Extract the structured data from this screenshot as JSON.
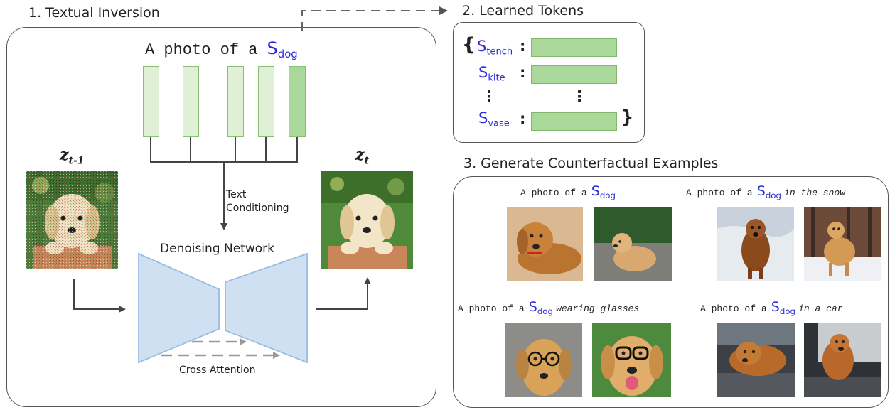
{
  "sections": {
    "inversion_title": "1. Textual Inversion",
    "tokens_title": "2. Learned Tokens",
    "generate_title": "3. Generate Counterfactual Examples"
  },
  "inversion": {
    "prompt_text": "A photo of a",
    "token_base": "S",
    "token_sub": "dog",
    "z_prev_base": "z",
    "z_prev_sub": "t-1",
    "z_cur_base": "z",
    "z_cur_sub": "t",
    "text_cond_line1": "Text",
    "text_cond_line2": "Conditioning",
    "denoising_label": "Denoising Network",
    "cross_attention_label": "Cross Attention"
  },
  "tokens": {
    "open_brace": "{",
    "close_brace": "}",
    "colon": ":",
    "vdots": "⋮",
    "items": [
      {
        "base": "S",
        "sub": "tench"
      },
      {
        "base": "S",
        "sub": "kite"
      },
      {
        "base": "S",
        "sub": "vase"
      }
    ]
  },
  "examples": [
    {
      "prefix": "A photo of a",
      "base": "S",
      "sub": "dog",
      "suffix": ""
    },
    {
      "prefix": "A photo of a",
      "base": "S",
      "sub": "dog",
      "suffix": "in the snow"
    },
    {
      "prefix": "A photo of a",
      "base": "S",
      "sub": "dog",
      "suffix": "wearing glasses"
    },
    {
      "prefix": "A photo of a",
      "base": "S",
      "sub": "dog",
      "suffix": "in a car"
    }
  ],
  "colors": {
    "token_blue": "#2d2dd6",
    "embedding_green": "#a9d89a",
    "network_blue": "#cfe0f3"
  }
}
